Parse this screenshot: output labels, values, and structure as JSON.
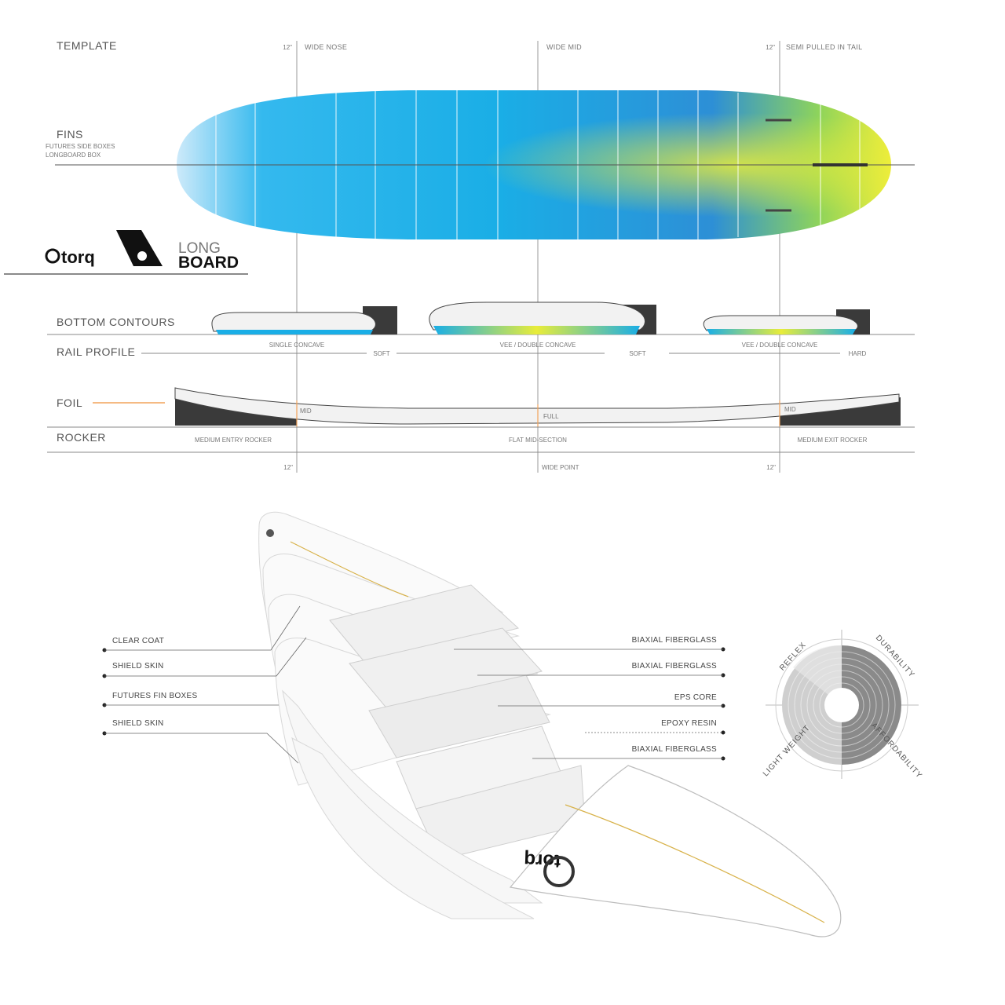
{
  "spec": {
    "template_label": "TEMPLATE",
    "fins_label": "FINS",
    "fins_sub1": "FUTURES SIDE BOXES",
    "fins_sub2": "LONGBOARD BOX",
    "bottom_label": "BOTTOM  CONTOURS",
    "rail_label": "RAIL PROFILE",
    "foil_label": "FOIL",
    "rocker_label": "ROCKER",
    "col_nose": {
      "dist": "12\"",
      "title": "WIDE NOSE"
    },
    "col_mid": {
      "title": "WIDE MID"
    },
    "col_tail": {
      "dist": "12\"",
      "title": "SEMI PULLED IN TAIL"
    },
    "contours": [
      "SINGLE CONCAVE",
      "VEE / DOUBLE CONCAVE",
      "VEE / DOUBLE CONCAVE"
    ],
    "rails": [
      "SOFT",
      "SOFT",
      "HARD"
    ],
    "foil_marks": [
      "MID",
      "FULL",
      "MID"
    ],
    "rocker_marks": [
      "MEDIUM ENTRY ROCKER",
      "FLAT MID-SECTION",
      "MEDIUM EXIT ROCKER"
    ],
    "bottom_marks": [
      "12\"",
      "WIDE POINT",
      "12\""
    ],
    "colors": {
      "blue": "#1fb6ea",
      "yellow": "#e8ec3a",
      "dark": "#3a3a3a"
    }
  },
  "logo": {
    "brand": "torq",
    "line1": "LONG",
    "line2": "BOARD"
  },
  "construction": {
    "left_layers": [
      "CLEAR COAT",
      "SHIELD SKIN",
      "FUTURES FIN BOXES",
      "SHIELD SKIN"
    ],
    "right_layers": [
      "BIAXIAL FIBERGLASS",
      "BIAXIAL FIBERGLASS",
      "EPS CORE",
      "EPOXY RESIN",
      "BIAXIAL FIBERGLASS"
    ],
    "board_brand": "torq"
  },
  "rating": {
    "labels": [
      "REFLEX",
      "DURABILITY",
      "AFFORDABILITY",
      "LIGHT WEIGHT"
    ]
  }
}
